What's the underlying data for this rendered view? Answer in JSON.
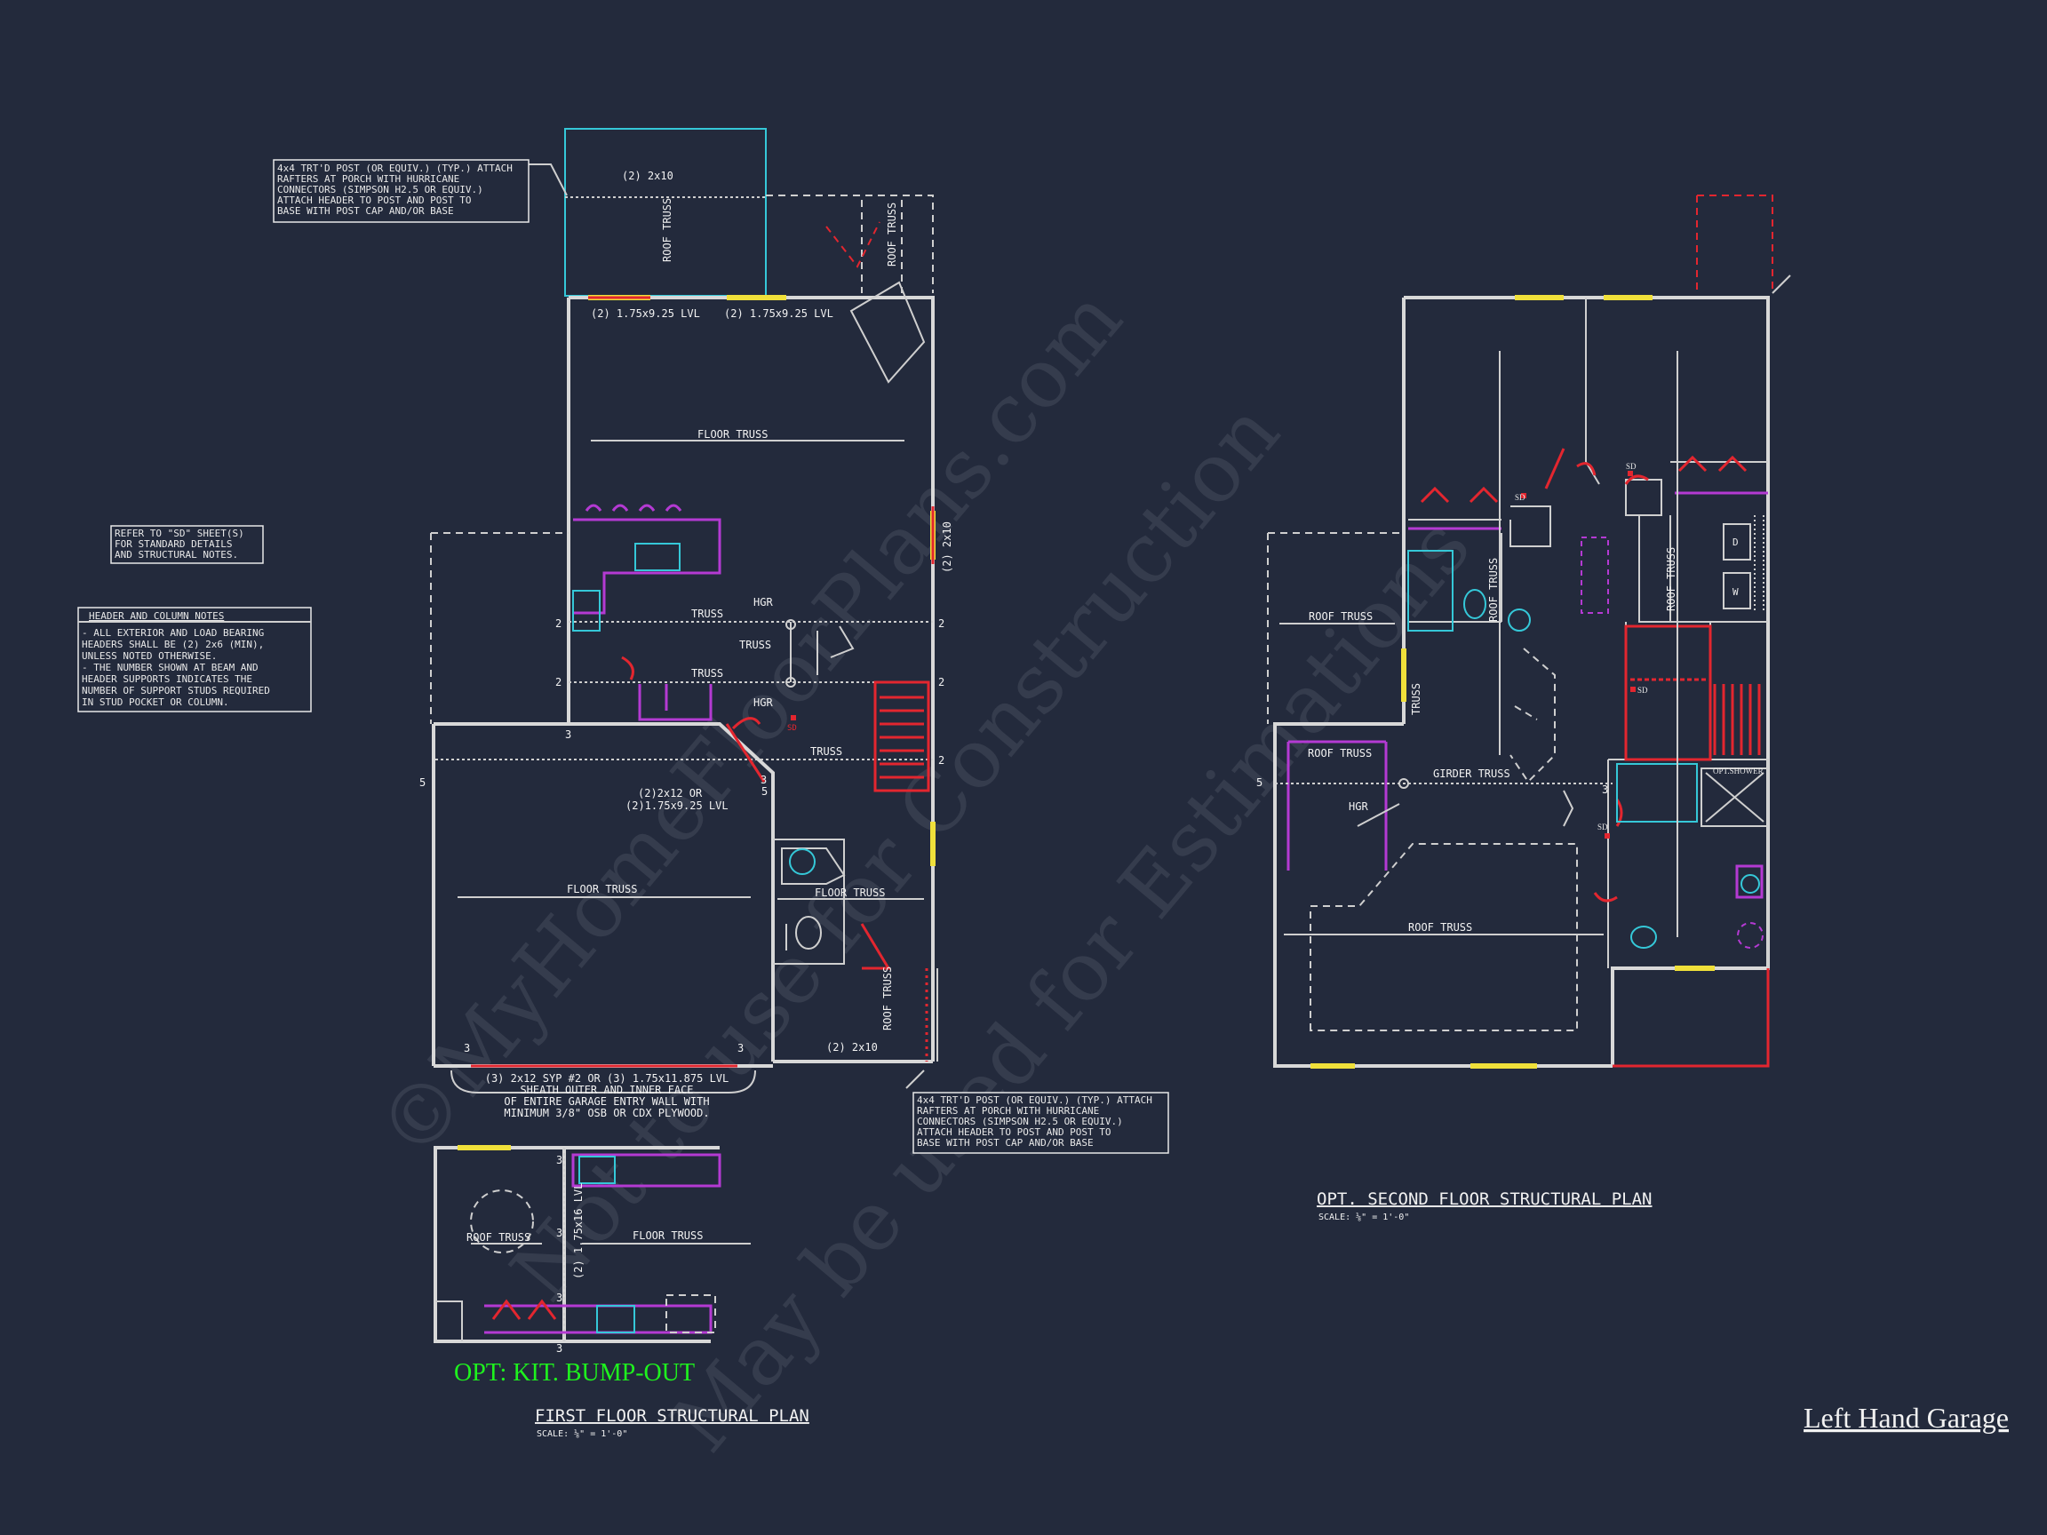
{
  "colors": {
    "background": "#232a3c",
    "walls": "#d8d8d8",
    "red_markup": "#e3262f",
    "magenta_cabinets": "#b43ad3",
    "cyan_fixtures": "#35c8d8",
    "window_yellow": "#f0e03a",
    "option_title_green": "#1ef21e"
  },
  "watermark": {
    "line1": "©MyHomeFloorPlans.com",
    "line2": "Not to use for Construction",
    "line3": "May be used for Estimations"
  },
  "first_floor": {
    "title": "FIRST FLOOR STRUCTURAL PLAN",
    "scale": "SCALE: ⅛\" = 1'-0\"",
    "labels": {
      "porch_beam": "(2) 2x10",
      "roof_truss_porch": "ROOF TRUSS",
      "roof_truss_right": "ROOF TRUSS",
      "lvl_left": "(2) 1.75x9.25 LVL",
      "lvl_right": "(2) 1.75x9.25 LVL",
      "floor_truss_top": "FLOOR TRUSS",
      "right_header": "(2) 2x10",
      "truss_1": "TRUSS",
      "truss_2": "TRUSS",
      "truss_3": "TRUSS",
      "truss_4": "TRUSS",
      "hgr_1": "HGR",
      "hgr_2": "HGR",
      "girder": "(2)2x12 OR",
      "girder2": "(2)1.75x9.25 LVL",
      "floor_truss_garage": "FLOOR TRUSS",
      "floor_truss_bath": "FLOOR TRUSS",
      "roof_truss_side": "ROOF TRUSS",
      "bottom_header": "(2) 2x10",
      "smoke": "SD",
      "n2a": "2",
      "n2b": "2",
      "n2c": "2",
      "n2d": "2",
      "n2e": "2",
      "n3a": "3",
      "n3b": "3",
      "n3c": "3",
      "n3d": "3",
      "n5a": "5",
      "n5b": "5"
    },
    "garage_note": [
      "(3) 2x12 SYP #2 OR (3) 1.75x11.875 LVL",
      "SHEATH OUTER AND INNER FACE",
      "OF ENTIRE GARAGE ENTRY WALL WITH",
      "MINIMUM 3/8\" OSB OR CDX PLYWOOD."
    ]
  },
  "bump_out": {
    "title": "OPT: KIT. BUMP-OUT",
    "labels": {
      "roof_truss": "ROOF TRUSS",
      "floor_truss": "FLOOR TRUSS",
      "lvl": "(2) 1.75x16 LVL",
      "n3a": "3",
      "n3b": "3",
      "n3c": "3",
      "n3d": "3"
    }
  },
  "second_floor": {
    "title": "OPT. SECOND FLOOR STRUCTURAL PLAN",
    "scale": "SCALE: ⅛\" = 1'-0\"",
    "labels": {
      "roof_truss_left": "ROOF TRUSS",
      "roof_truss_mid": "ROOF TRUSS",
      "roof_truss_right": "ROOF TRUSS",
      "roof_truss_vert": "ROOF TRUSS",
      "truss_vert": "TRUSS",
      "roof_truss_box": "ROOF TRUSS",
      "girder_truss": "GIRDER TRUSS",
      "hgr": "HGR",
      "roof_truss_bottom": "ROOF TRUSS",
      "opt_shower": "OPT.SHOWER",
      "sd1": "SD",
      "sd2": "SD",
      "sd3": "SD",
      "sd4": "SD",
      "washer": "W",
      "dryer": "D",
      "n5": "5",
      "n3": "3"
    }
  },
  "notes": {
    "porch_top": [
      "4x4 TRT'D POST (OR EQUIV.) (TYP.) ATTACH",
      "RAFTERS AT PORCH WITH HURRICANE",
      "CONNECTORS (SIMPSON H2.5 OR EQUIV.)",
      "ATTACH HEADER TO POST AND POST TO",
      "BASE WITH POST CAP AND/OR BASE"
    ],
    "porch_bottom": [
      "4x4 TRT'D POST (OR EQUIV.) (TYP.) ATTACH",
      "RAFTERS AT PORCH WITH HURRICANE",
      "CONNECTORS (SIMPSON H2.5 OR EQUIV.)",
      "ATTACH HEADER TO POST AND POST TO",
      "BASE WITH POST CAP AND/OR BASE"
    ],
    "refer_sd": [
      "REFER TO \"SD\" SHEET(S)",
      "FOR STANDARD DETAILS",
      "AND STRUCTURAL NOTES."
    ],
    "header_title": "HEADER AND COLUMN NOTES",
    "header_lines": [
      "- ALL EXTERIOR AND LOAD BEARING",
      "HEADERS SHALL BE (2) 2x6 (MIN),",
      "UNLESS NOTED OTHERWISE.",
      "- THE NUMBER SHOWN AT BEAM AND",
      "HEADER SUPPORTS INDICATES THE",
      "NUMBER OF SUPPORT STUDS REQUIRED",
      "IN STUD POCKET OR COLUMN."
    ]
  },
  "sheet_title": "Left Hand Garage"
}
